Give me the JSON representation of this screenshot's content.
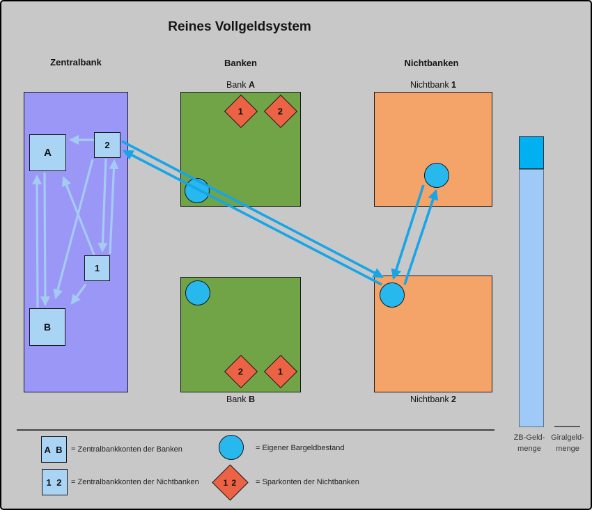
{
  "title": "Reines Vollgeldsystem",
  "column_headers": {
    "zentralbank": "Zentralbank",
    "banken": "Banken",
    "nichtbanken": "Nichtbanken"
  },
  "box_labels": {
    "bank_a": {
      "prefix": "Bank ",
      "suffix": "A"
    },
    "bank_b": {
      "prefix": "Bank ",
      "suffix": "B"
    },
    "nichtbank_1": {
      "prefix": "Nichtbank ",
      "suffix": "1"
    },
    "nichtbank_2": {
      "prefix": "Nichtbank ",
      "suffix": "2"
    }
  },
  "zentralbank_accounts": {
    "a": "A",
    "two": "2",
    "one": "1",
    "b": "B"
  },
  "bank_a_sparkonten": {
    "first": "1",
    "second": "2"
  },
  "bank_b_sparkonten": {
    "first": "2",
    "second": "1"
  },
  "bar_labels": {
    "zb_line1": "ZB-Geld-",
    "zb_line2": "menge",
    "giral_line1": "Giralgeld-",
    "giral_line2": "menge"
  },
  "legend": {
    "banken_konten_symbol": "A B",
    "banken_konten_text": "= Zentralbankkonten der Banken",
    "nichtbanken_konten_symbol": "1 2",
    "nichtbanken_konten_text": "= Zentralbankkonten der Nichtbanken",
    "bargeld_text": "= Eigener Bargeldbestand",
    "sparkonten_symbol": "1 2",
    "sparkonten_text": "= Sparkonten der Nichtbanken"
  },
  "colors": {
    "background": "#c8c8c8",
    "zentralbank_box": "#9b97f6",
    "bank_box": "#70a447",
    "nichtbank_box": "#f4a369",
    "account_square": "#a9d4f4",
    "cash_circle": "#27b8ee",
    "spar_diamond": "#eb6344",
    "zb_geld_bar": "#00b0f0",
    "giralgeld_bar": "#9fcaf7",
    "flow_arrow": "#16a5e8",
    "internal_arrow": "#a6cbf2"
  }
}
